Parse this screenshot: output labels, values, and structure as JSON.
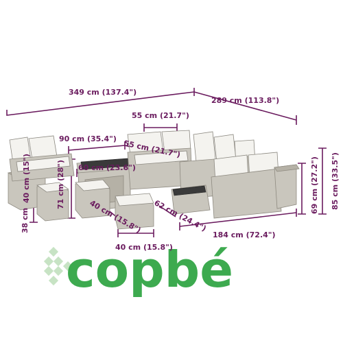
{
  "dimensions": {
    "total_width": "349 cm (137.4\")",
    "total_depth": "289 cm (113.8\")",
    "seat_width": "55 cm (21.7\")",
    "table_length": "90 cm (35.4\")",
    "corner_depth": "55 cm (21.7\")",
    "table_width": "60 cm (23.6\")",
    "stool_height": "71 cm (28\")",
    "box_width": "40 cm (15\")",
    "box_height": "38 cm",
    "footstool_depth": "40 cm (15.8\")",
    "footstool_width": "40 cm (15.8\")",
    "chaise_depth": "62 cm (24.4\")",
    "sofa_width": "184 cm (72.4\")",
    "seat_height": "69 cm (27.2\")",
    "back_height": "85 cm (33.5\")"
  },
  "logo": {
    "text": "copbé",
    "color": "#3daa4f"
  },
  "colors": {
    "dimension": "#6a1b5e"
  }
}
